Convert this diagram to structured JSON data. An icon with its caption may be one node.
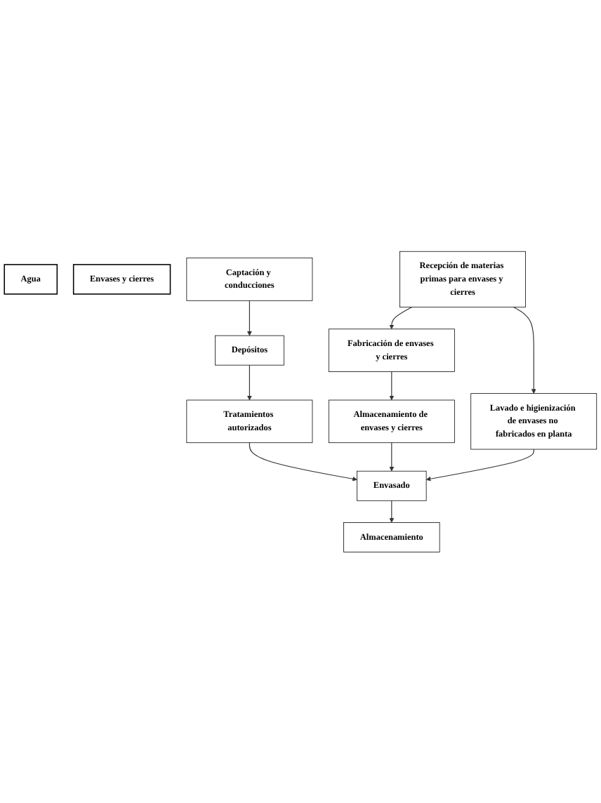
{
  "diagram": {
    "nodes": [
      {
        "text": [
          "Agua"
        ]
      },
      {
        "text": [
          "Envases y cierres"
        ]
      },
      {
        "text": [
          "Captación y conducciones"
        ]
      },
      {
        "text": [
          "Depósitos"
        ]
      },
      {
        "text": [
          "Tratamientos autorizados"
        ]
      },
      {
        "text": [
          "Envasado"
        ]
      },
      {
        "text": [
          "Almacenamiento"
        ]
      },
      {
        "text": [
          "Recepción de materias primas para envases y cierres"
        ]
      },
      {
        "text": [
          "Fabricación de envases y cierres"
        ]
      },
      {
        "text": [
          "Almacenamiento de envases y cierres"
        ]
      },
      {
        "text": [
          "Lavado e higienización de envases no fabricados en planta"
        ]
      }
    ],
    "edges": [
      {
        "from": 2,
        "to": 3,
        "arrow": "to"
      },
      {
        "from": 3,
        "to": 4,
        "arrow": "to"
      },
      {
        "from": 4,
        "to": 5,
        "arrow": "to"
      },
      {
        "from": 5,
        "to": 6,
        "arrow": "to"
      },
      {
        "from": 7,
        "to": 8,
        "arrow": "to"
      },
      {
        "from": 8,
        "to": 9,
        "arrow": "to"
      },
      {
        "from": 9,
        "to": 5,
        "arrow": "to"
      },
      {
        "from": 7,
        "to": 10,
        "arrow": "to"
      },
      {
        "from": 10,
        "to": 5,
        "arrow": "to"
      }
    ]
  }
}
